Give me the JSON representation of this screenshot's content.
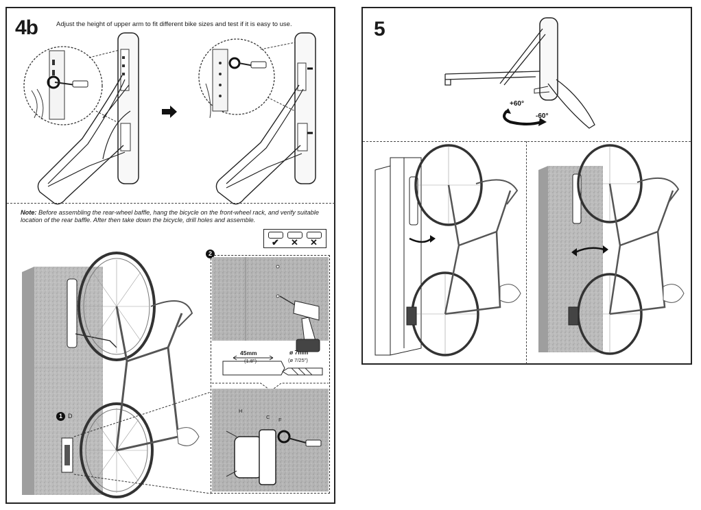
{
  "step_4b": {
    "label": "4b",
    "instruction": "Adjust the height of upper arm to fit different bike sizes and test if it is easy to use.",
    "note_prefix": "Note:",
    "note_text": " Before assembling the rear-wheel baffle, hang the bicycle on the front-wheel rack, and verify suitable location of the rear baffle. After then take down the bicycle, drill holes and assemble.",
    "callout_1": "1",
    "callout_2": "2",
    "part_D": "D",
    "part_H": "H",
    "part_C": "C",
    "part_F": "F",
    "distance_mm": "45mm",
    "distance_in": "(1.8\")",
    "drill_mm": "ø 7mm",
    "drill_in": "(ø 7/25\")",
    "check_marks": [
      "✔",
      "✕",
      "✕"
    ]
  },
  "step_5": {
    "label": "5",
    "angle_pos": "+60°",
    "angle_neg": "-60°"
  },
  "icons": [
    "arrow-right-icon",
    "check-icon",
    "cross-icon",
    "screwdriver-icon",
    "drill-icon",
    "rotate-arrow-icon"
  ]
}
